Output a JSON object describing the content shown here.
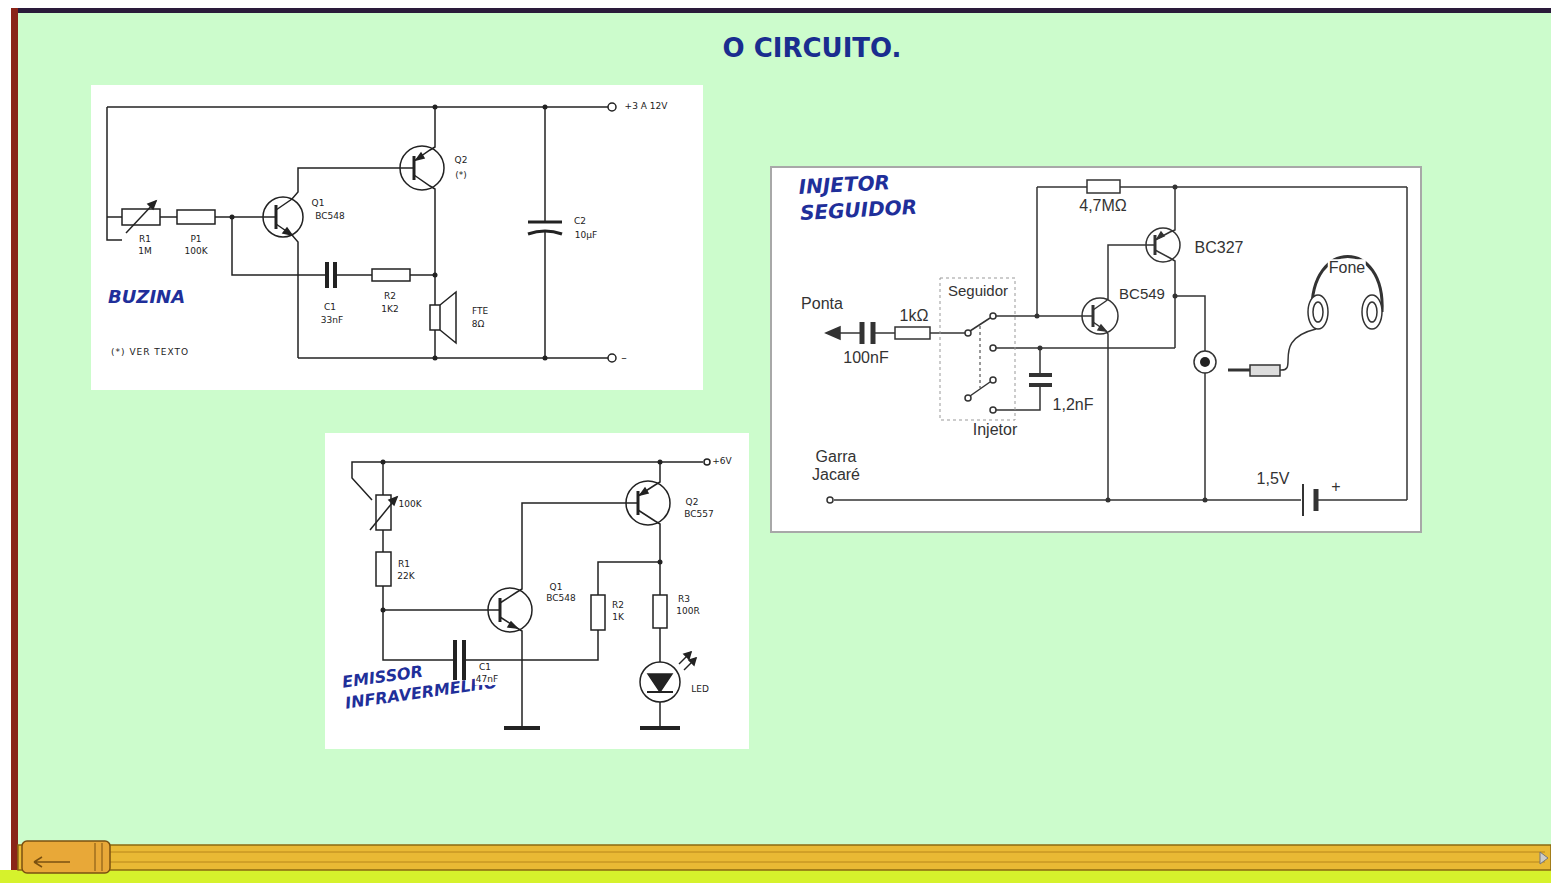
{
  "diagram": {
    "title": "O CIRCUITO.",
    "nodes": [
      {
        "text": [
          "BUZINA",
          "(*) VER TEXTO"
        ]
      },
      {
        "text": [
          "INJETOR SEGUIDOR"
        ]
      },
      {
        "text": [
          "EMISSOR INFRAVERMELHO"
        ]
      }
    ],
    "labels": [
      "+3 A 12V",
      "R1",
      "1M",
      "P1",
      "100K",
      "Q1",
      "BC548",
      "Q2",
      "(*)",
      "C1",
      "33nF",
      "R2",
      "1K2",
      "FTE",
      "8Ω",
      "C2",
      "10µF",
      "–",
      "4,7MΩ",
      "BC327",
      "Fone",
      "Ponta",
      "1kΩ",
      "Seguidor",
      "BC549",
      "100nF",
      "1,2nF",
      "Injetor",
      "Garra Jacaré",
      "1,5V",
      "+",
      "+6V",
      "100K",
      "R1",
      "22K",
      "Q1",
      "BC548",
      "Q2",
      "BC557",
      "R2",
      "1K",
      "R3",
      "100R",
      "C1",
      "47nF",
      "LED"
    ]
  }
}
